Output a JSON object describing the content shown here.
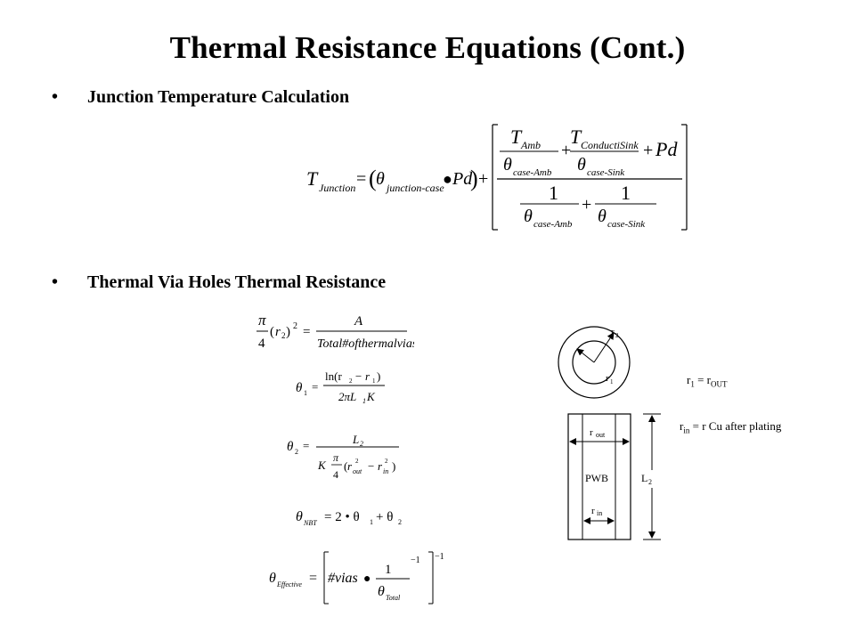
{
  "title": "Thermal Resistance Equations (Cont.)",
  "bullets": [
    {
      "symbol": "•",
      "text": "Junction Temperature Calculation"
    },
    {
      "symbol": "•",
      "text": "Thermal Via Holes  Thermal Resistance"
    }
  ],
  "eq1": {
    "lhs_sym": "T",
    "lhs_sub": "Junction",
    "theta_jc_sub": "junction-case",
    "pd": "Pd",
    "t_amb_sub": "Amb",
    "t_cs_sub": "ConductiSink",
    "th_case_amb_sub": "case-Amb",
    "th_case_sink_sub": "case-Sink",
    "one": "1"
  },
  "eq2": {
    "rhs_num": "A",
    "rhs_den": "Total#ofthermalvias",
    "pi": "π",
    "four": "4",
    "r": "r",
    "sub2": "2",
    "sq": "2"
  },
  "eq3": {
    "num": "ln(r",
    "sub2": "2",
    "minus": "− r",
    "sub1": "1",
    "close": ")",
    "den": "2πL",
    "den_sub": "1",
    "den_k": "K"
  },
  "eq4": {
    "num": "L",
    "num_sub": "2",
    "den_k": "K",
    "r_out": "out",
    "r_in": "in"
  },
  "eq5": {
    "lhs_sub": "NBT",
    "rhs": "= 2 • θ",
    "sub1": "1",
    "plus": "+ θ",
    "sub2": "2"
  },
  "eq6": {
    "lhs_sub": "Effective",
    "vias": "#vias",
    "one": "1",
    "theta_sub": "Total",
    "exp": "−1"
  },
  "diagram": {
    "r2": "r",
    "r2_sub": "2",
    "r1": "r",
    "r1_sub": "1",
    "r_out": "r",
    "r_out_sub": "out",
    "pwb": "PWB",
    "r_in": "r",
    "r_in_sub": "in",
    "l2": "L",
    "l2_sub": "2"
  },
  "notes": {
    "n1_a": "r",
    "n1_a_sub": "1",
    "n1_b": " = r",
    "n1_b_sub": "OUT",
    "n2_a": "r",
    "n2_a_sub": "in",
    "n2_b": " = r Cu after plating"
  }
}
